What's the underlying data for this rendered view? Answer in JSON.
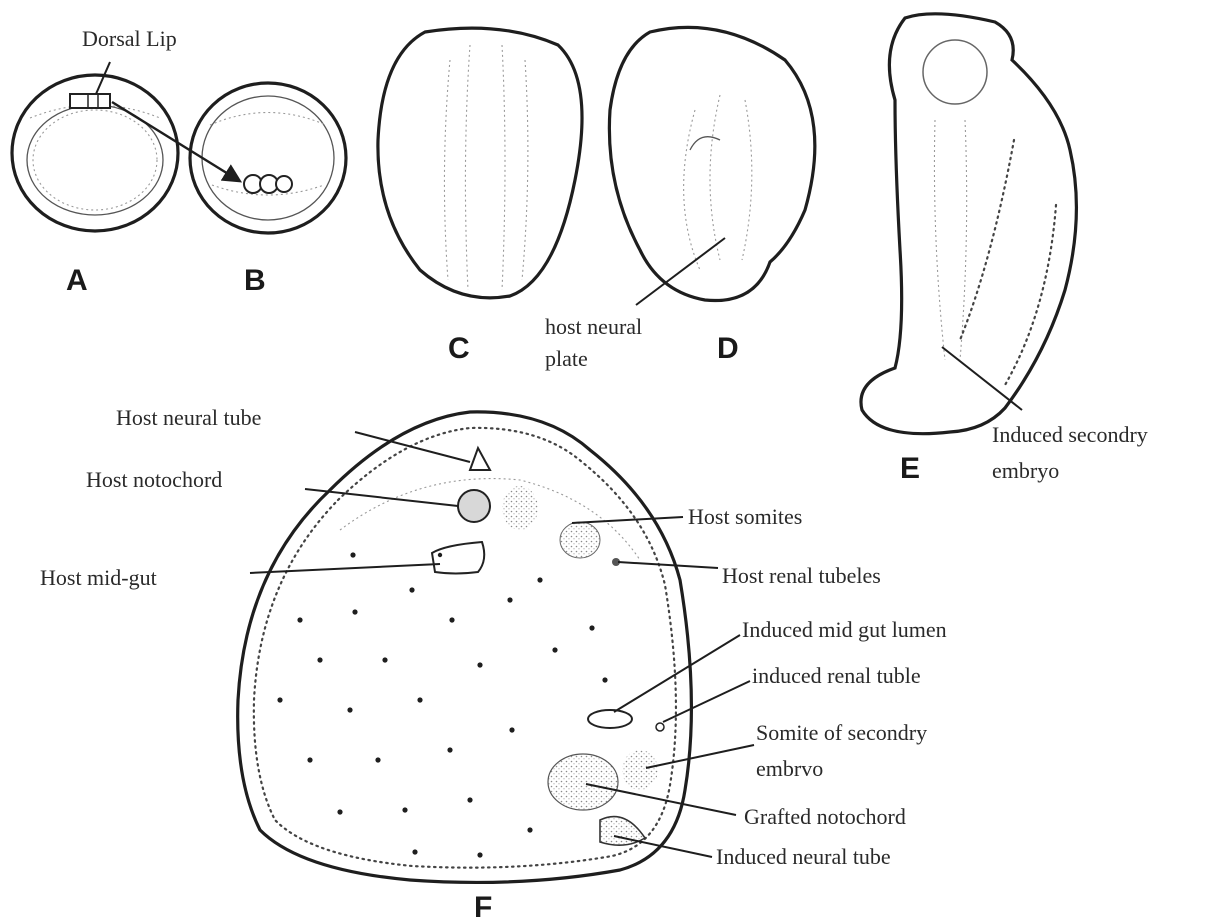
{
  "panels": {
    "a": "A",
    "b": "B",
    "c": "C",
    "d": "D",
    "e": "E",
    "f": "F"
  },
  "labels": {
    "dorsal_lip": "Dorsal Lip",
    "host_neural_plate_1": "host neural",
    "host_neural_plate_2": "plate",
    "induced_secondary_embryo_1": "Induced secondry",
    "induced_secondary_embryo_2": "embryo",
    "host_neural_tube": "Host neural tube",
    "host_notochord": "Host notochord",
    "host_mid_gut": "Host mid-gut",
    "host_somites": "Host somites",
    "host_renal_tubules": "Host renal tubeles",
    "induced_mid_gut_lumen": "Induced mid gut lumen",
    "induced_renal_tubule": "induced renal tuble",
    "somite_secondary_1": "Somite of secondry",
    "somite_secondary_2": "embrvo",
    "grafted_notochord": "Grafted notochord",
    "induced_neural_tube": "Induced neural tube"
  }
}
